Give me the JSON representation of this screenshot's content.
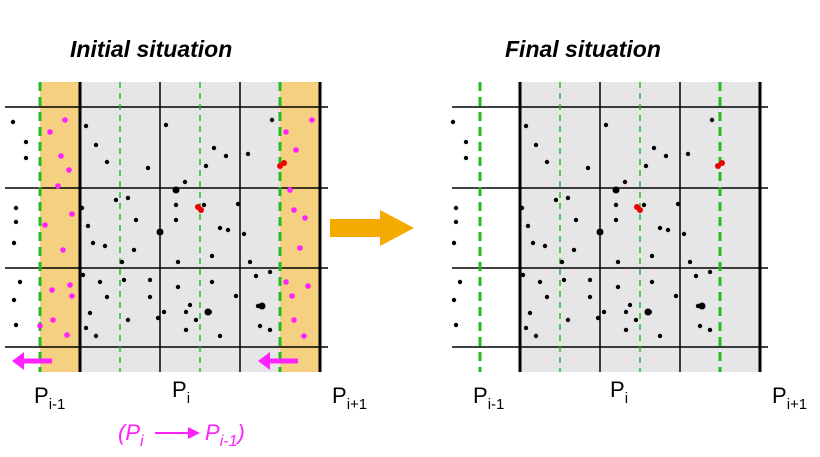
{
  "titles": {
    "initial": "Initial situation",
    "final": "Final situation"
  },
  "left_panel": {
    "labels": [
      {
        "main": "P",
        "sub": "i-1"
      },
      {
        "main": "P",
        "sub": "i"
      },
      {
        "main": "P",
        "sub": "i+1"
      }
    ],
    "note": {
      "open": "(",
      "from": "P",
      "from_sub": "i",
      "to": "P",
      "to_sub": "i-1",
      "close": ")"
    }
  },
  "right_panel": {
    "labels": [
      {
        "main": "P",
        "sub": "i-1"
      },
      {
        "main": "P",
        "sub": "i"
      },
      {
        "main": "P",
        "sub": "i+1"
      }
    ]
  },
  "colors": {
    "halo": "#f5d080",
    "domain": "#e6e6e6",
    "ghost_particle": "#ff22ff",
    "dashed": "#22bb22",
    "arrow": "#f5aa00",
    "particle": "#000000",
    "tracked": "#ee0000"
  },
  "icons": {
    "transition": "right-arrow-icon",
    "migration": "left-arrow-icon"
  }
}
